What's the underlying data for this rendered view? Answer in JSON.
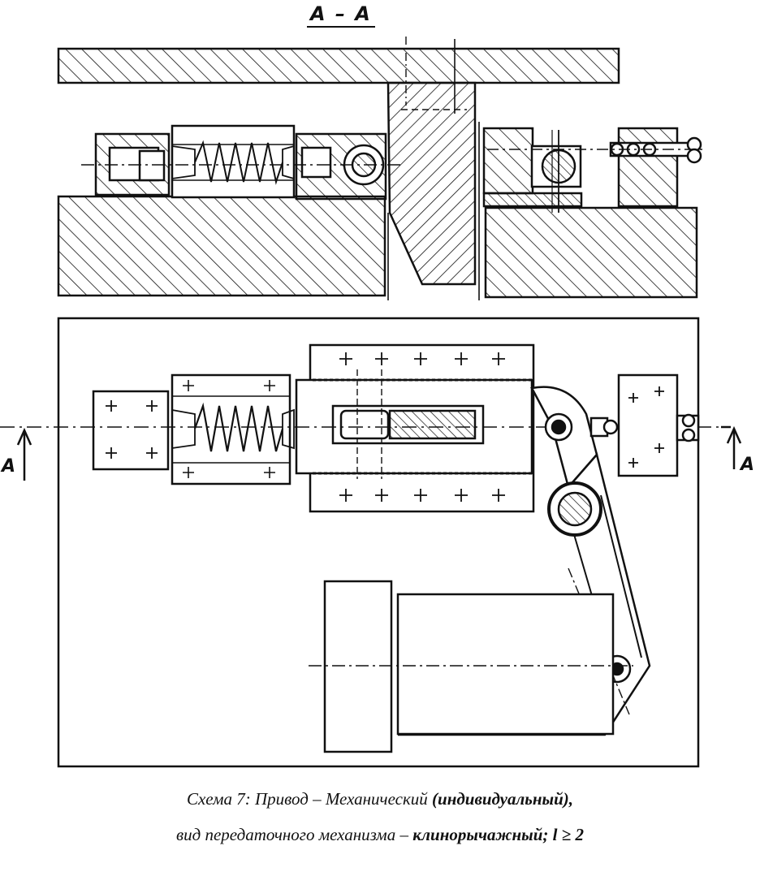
{
  "section_title": "A – A",
  "cut_label_left": "A",
  "cut_label_right": "A",
  "caption": {
    "line1_prefix": "Схема 7: Привод – Механический ",
    "line1_bold": "(индивидуальный),",
    "line2_prefix": "вид передаточного механизма – ",
    "line2_bold": "клинорычажный; l ≥ 2"
  },
  "colors": {
    "ink": "#111111",
    "paper": "#ffffff"
  }
}
